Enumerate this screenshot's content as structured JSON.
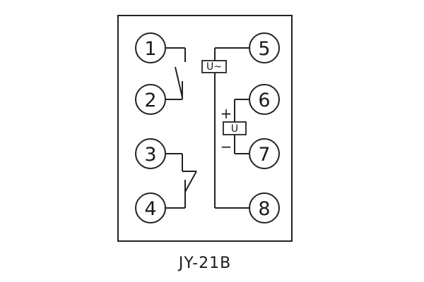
{
  "model_label": "JY-21B",
  "terminals": [
    {
      "id": "t1",
      "label": "1"
    },
    {
      "id": "t2",
      "label": "2"
    },
    {
      "id": "t3",
      "label": "3"
    },
    {
      "id": "t4",
      "label": "4"
    },
    {
      "id": "t5",
      "label": "5"
    },
    {
      "id": "t6",
      "label": "6"
    },
    {
      "id": "t7",
      "label": "7"
    },
    {
      "id": "t8",
      "label": "8"
    }
  ],
  "ac_input_label": "U~",
  "dc_output_label": "U",
  "plus_sign": "+",
  "minus_sign": "−"
}
